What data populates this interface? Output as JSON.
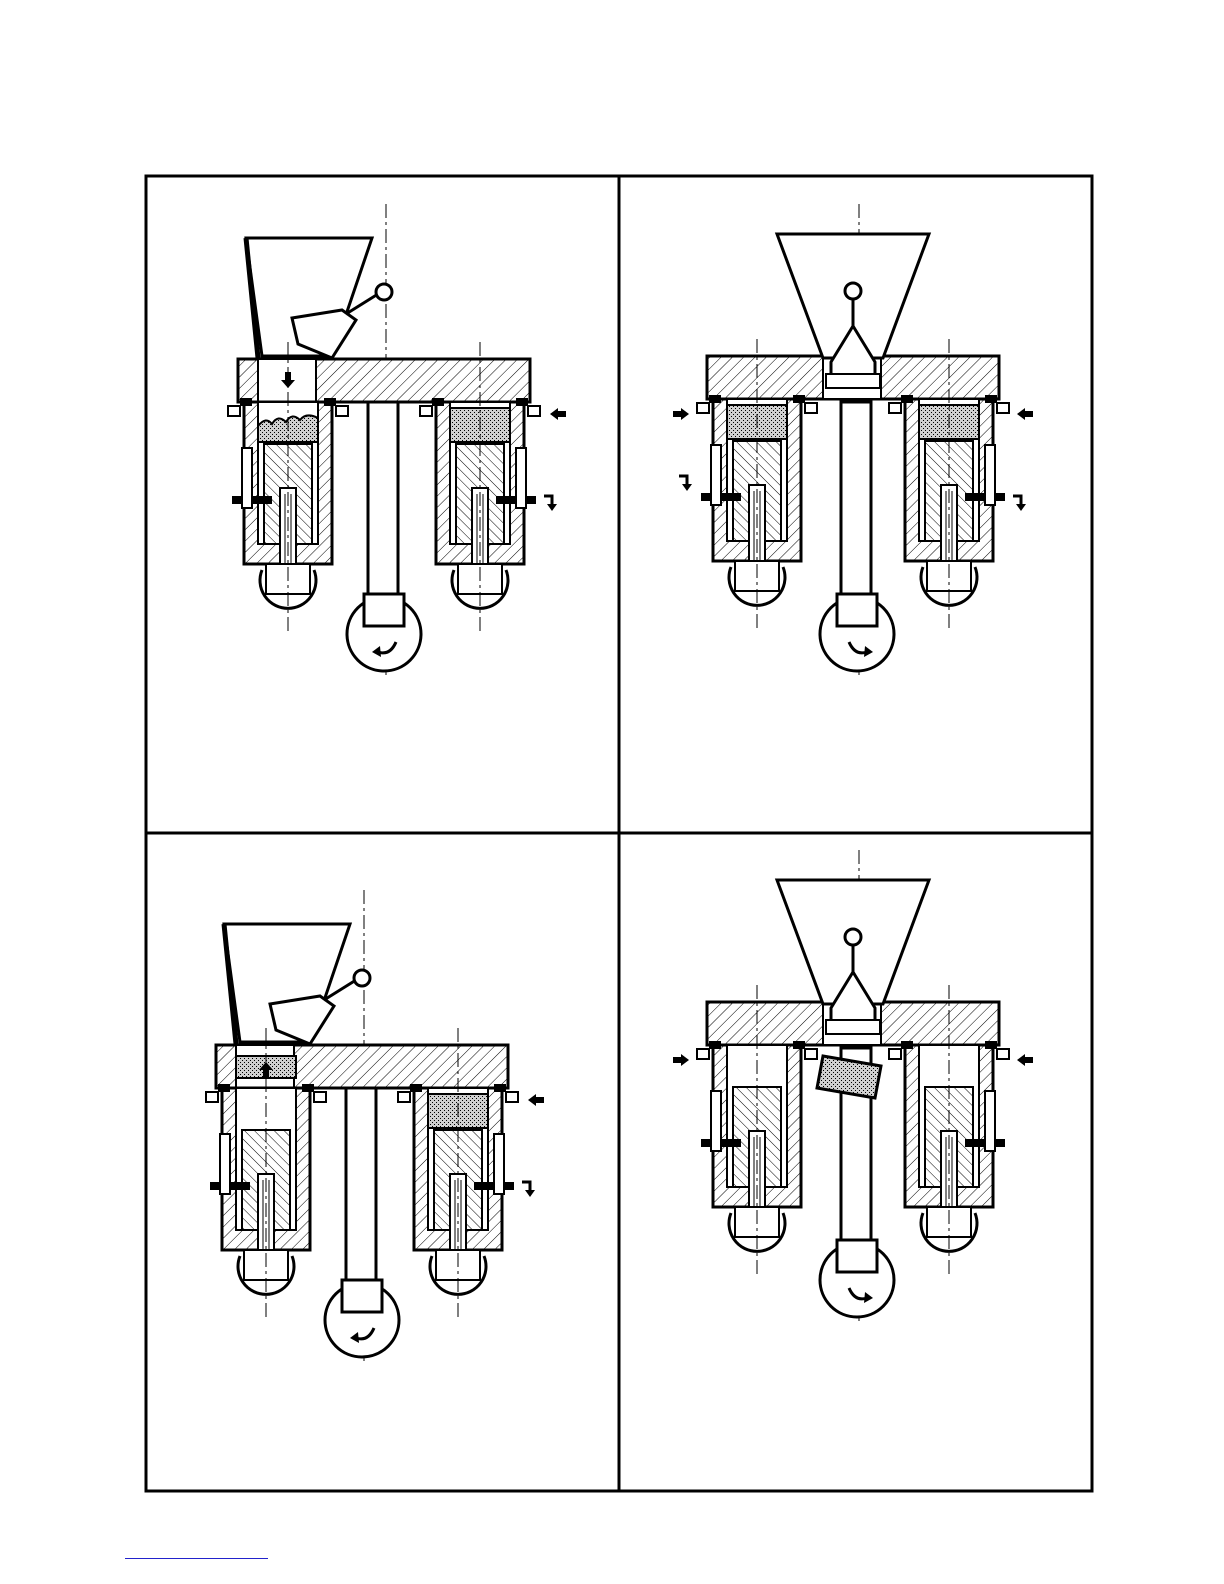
{
  "drawing": {
    "panel_count": 4,
    "colors": {
      "line": "#000000",
      "paper": "#ffffff",
      "powder_fill": "#d0d0d0",
      "footer_rule": "#2222cc"
    },
    "panels": [
      {
        "hopper": "tilted",
        "left_cavity": "filling",
        "left_arrow": "down",
        "right_cavity": "compacted",
        "rotation_arrow": "counterclockwise"
      },
      {
        "hopper": "centered",
        "left_cavity": "compacted",
        "right_cavity": "compacted",
        "rotation_arrow": "clockwise"
      },
      {
        "hopper": "tilted",
        "left_cavity": "ejecting",
        "left_arrow": "up",
        "right_cavity": "compacted",
        "rotation_arrow": "counterclockwise"
      },
      {
        "hopper": "centered",
        "left_cavity": "empty",
        "right_cavity": "empty",
        "ejected_part": "tilted-block",
        "rotation_arrow": "clockwise"
      }
    ]
  }
}
